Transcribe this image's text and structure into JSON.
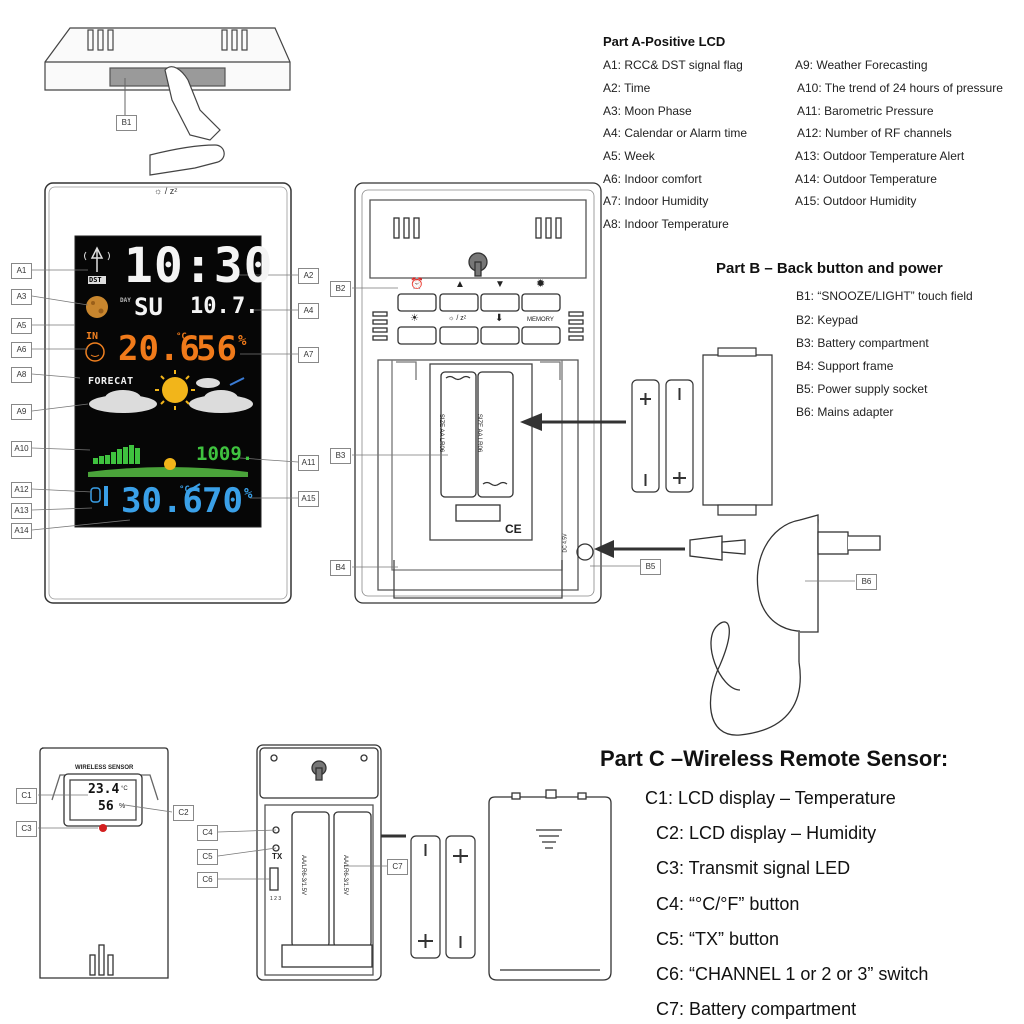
{
  "partA": {
    "title": "Part A-Positive LCD",
    "items_left": [
      "A1: RCC& DST signal flag",
      "A2: Time",
      "A3: Moon Phase",
      "A4: Calendar or Alarm time",
      "A5: Week",
      "A6: Indoor comfort",
      "A7: Indoor Humidity",
      "A8: Indoor Temperature"
    ],
    "items_right": [
      "A9: Weather Forecasting",
      "A10: The trend of 24 hours of pressure",
      "A11: Barometric Pressure",
      "A12: Number of RF channels",
      "A13: Outdoor Temperature Alert",
      "A14: Outdoor Temperature",
      "A15: Outdoor Humidity"
    ]
  },
  "partB": {
    "title": "Part B – Back button and power",
    "items": [
      "B1: “SNOOZE/LIGHT” touch field",
      "B2: Keypad",
      "B3: Battery compartment",
      "B4: Support frame",
      "B5: Power supply socket",
      "B6: Mains adapter"
    ]
  },
  "partC": {
    "title": "Part C –Wireless Remote Sensor:",
    "items": [
      "C1: LCD display – Temperature",
      "C2: LCD display – Humidity",
      "C3: Transmit signal LED",
      "C4: “°C/°F” button",
      "C5: “TX” button",
      "C6: “CHANNEL 1 or 2 or 3” switch",
      "C7: Battery compartment"
    ]
  },
  "tags": {
    "A1": "A1",
    "A2": "A2",
    "A3": "A3",
    "A4": "A4",
    "A5": "A5",
    "A6": "A6",
    "A7": "A7",
    "A8": "A8",
    "A9": "A9",
    "A10": "A10",
    "A11": "A11",
    "A12": "A12",
    "A13": "A13",
    "A14": "A14",
    "A15": "A15",
    "B1": "B1",
    "B2": "B2",
    "B3": "B3",
    "B4": "B4",
    "B5": "B5",
    "B6": "B6",
    "C1": "C1",
    "C2": "C2",
    "C3": "C3",
    "C4": "C4",
    "C5": "C5",
    "C6": "C6",
    "C7": "C7"
  },
  "lcd": {
    "time": "10:30",
    "weekday": "SU",
    "date_day": "10.",
    "date_month": "7.",
    "indoor_label": "IN",
    "indoor_temp": "20.6",
    "indoor_hum": "56",
    "forecast_label": "FORECAT",
    "pressure": "1009.",
    "outdoor_temp": "30.6",
    "outdoor_hum": "70",
    "temp_unit": "°C",
    "hum_unit": "%",
    "dst_label": "DST",
    "day_label": "DAY"
  },
  "main_unit": {
    "top_icon": "☼ / zᶻ"
  },
  "back_unit": {
    "keys_top": [
      "⏰",
      "▲",
      "▼",
      "✹"
    ],
    "keys_bottom": [
      "☀",
      "☼ / zᶻ",
      "⬇",
      "MEMORY"
    ],
    "battery_label": "SIZE AA LR06",
    "ce": "CE",
    "dc_label": "DC 4.5V"
  },
  "sensor": {
    "title": "WIRELESS SENSOR",
    "temp": "23.4",
    "temp_unit": "°C",
    "hum": "56",
    "hum_unit": "%",
    "battery_label": "AA/LR6-3/1.5V",
    "switch_label": "1 2 3",
    "tx_label": "TX"
  }
}
